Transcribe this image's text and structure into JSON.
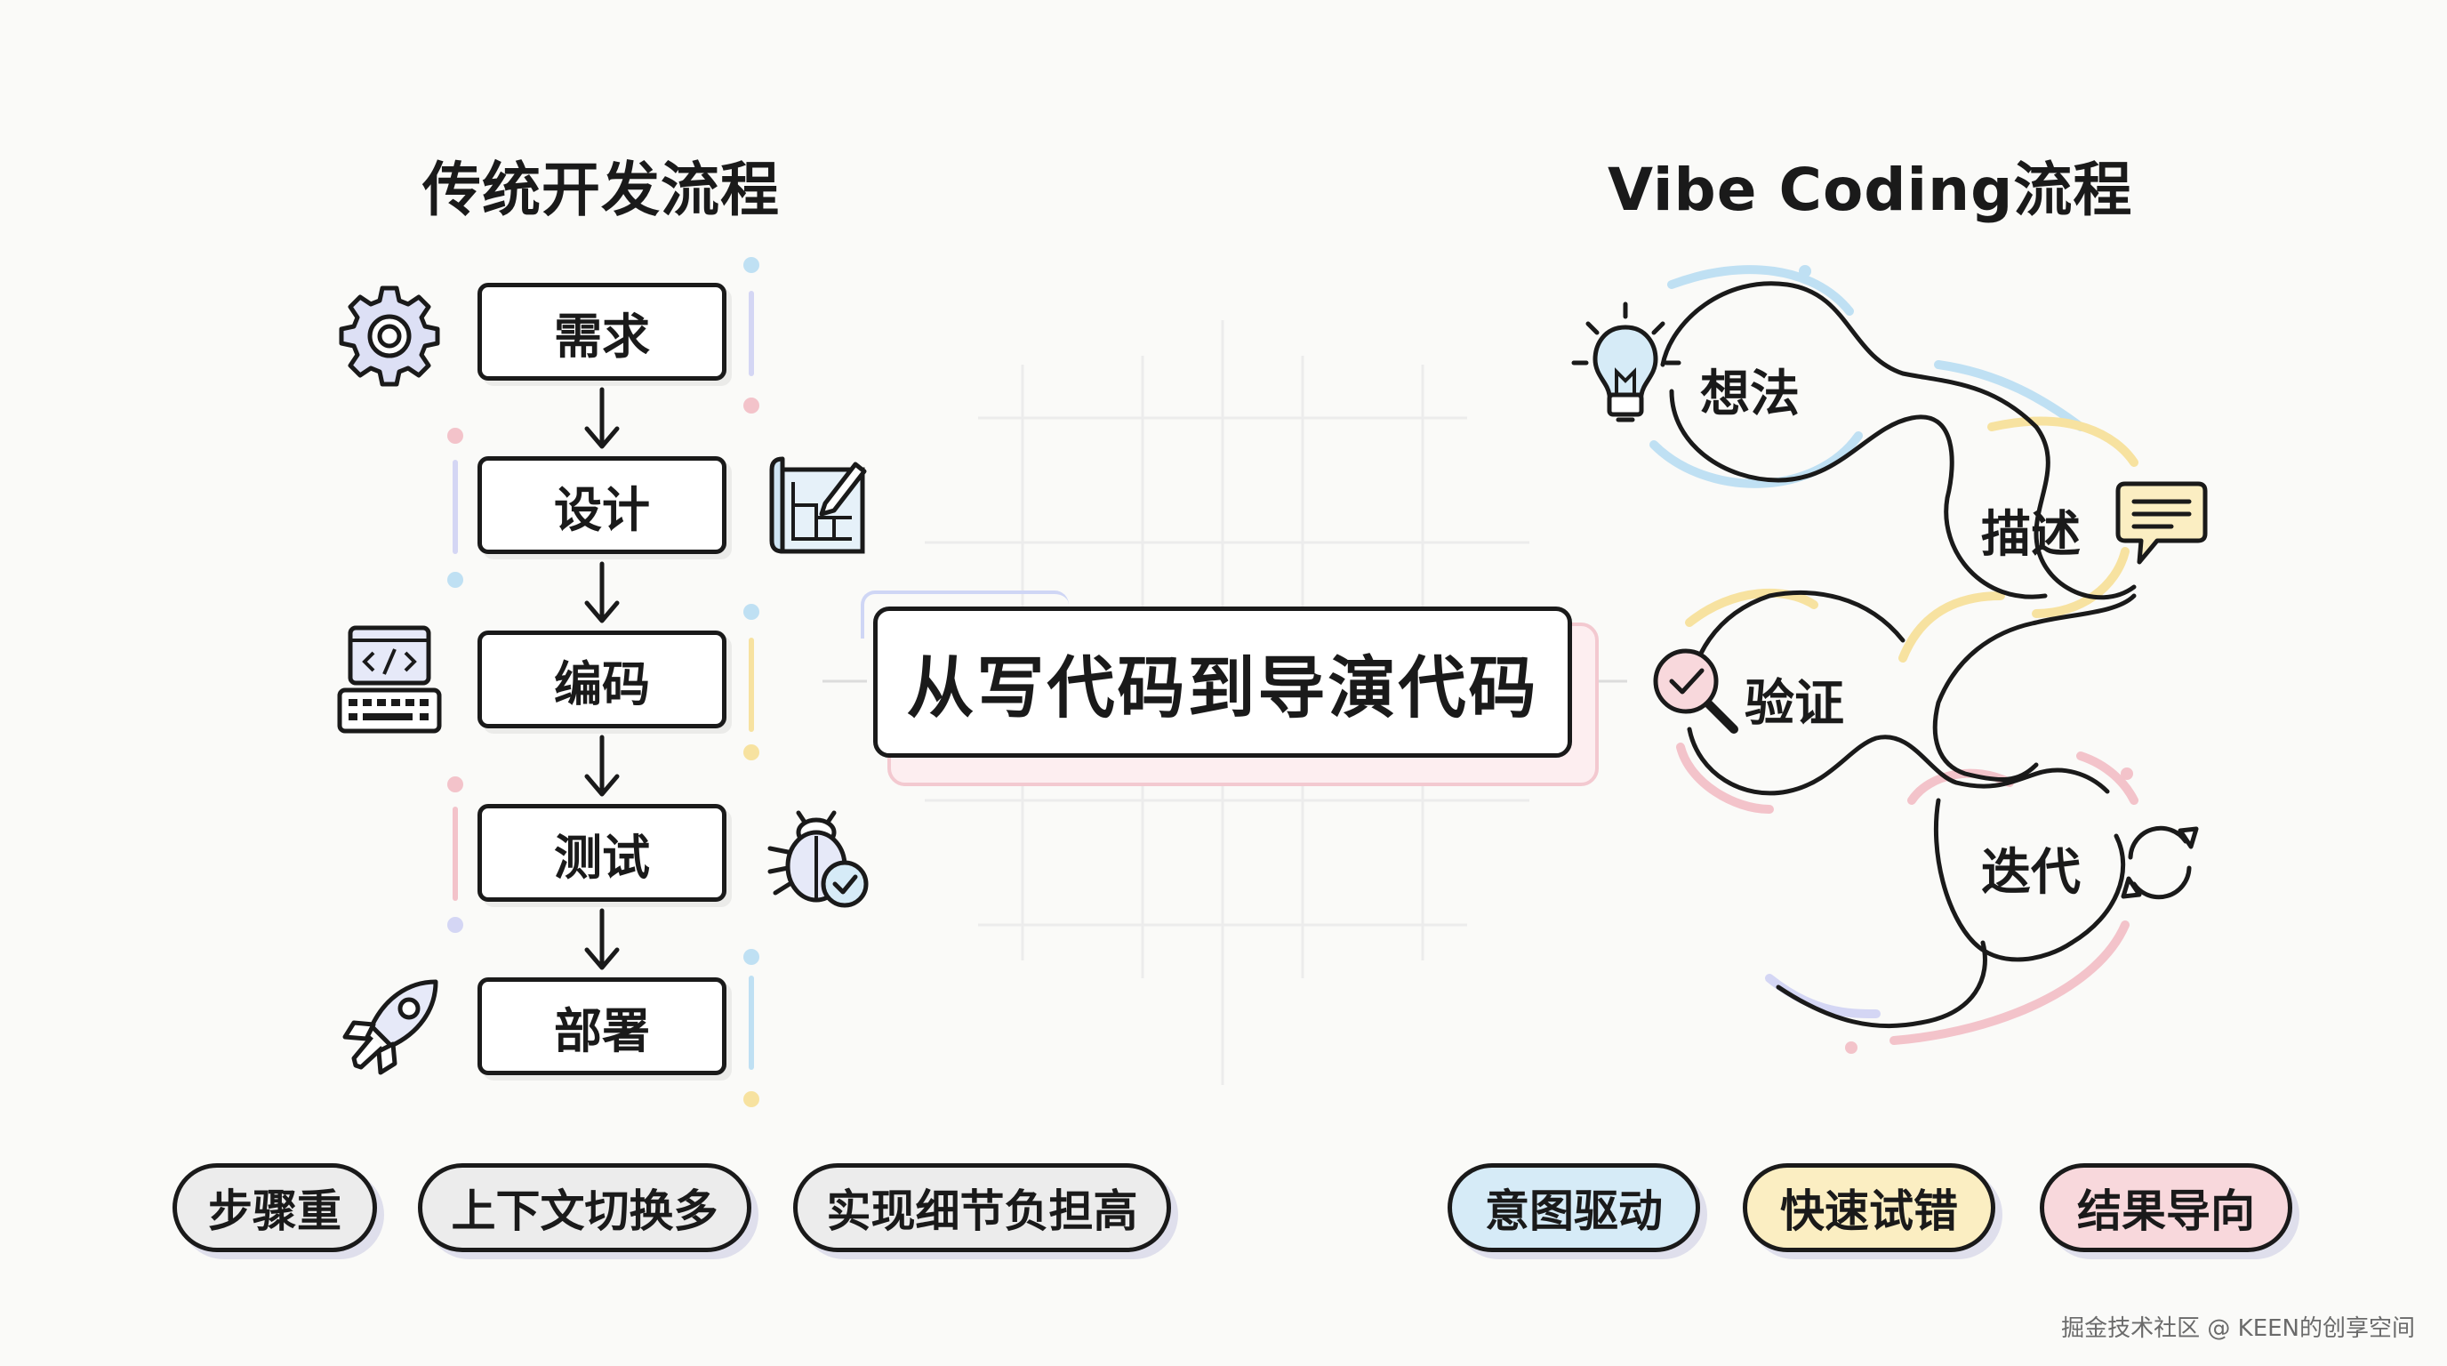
{
  "left": {
    "title": "传统开发流程",
    "steps": [
      "需求",
      "设计",
      "编码",
      "测试",
      "部署"
    ],
    "icons": [
      "gear-icon",
      "blueprint-pencil-icon",
      "code-keyboard-icon",
      "bug-check-icon",
      "rocket-icon"
    ],
    "tags": [
      "步骤重",
      "上下文切换多",
      "实现细节负担高"
    ]
  },
  "center": {
    "label": "从写代码到导演代码"
  },
  "right": {
    "title": "Vibe Coding流程",
    "nodes": [
      "想法",
      "描述",
      "验证",
      "迭代"
    ],
    "icons": [
      "lightbulb-icon",
      "chat-bubble-icon",
      "magnifier-check-icon",
      "refresh-icon"
    ],
    "tags": [
      "意图驱动",
      "快速试错",
      "结果导向"
    ]
  },
  "colors": {
    "ink": "#1a1a1a",
    "blue": "#bfe0f3",
    "yellow": "#f7e2a0",
    "pink": "#f3c3ca",
    "lavender": "#d4d6f4"
  },
  "watermark": "掘金技术社区 @ KEEN的创享空间"
}
